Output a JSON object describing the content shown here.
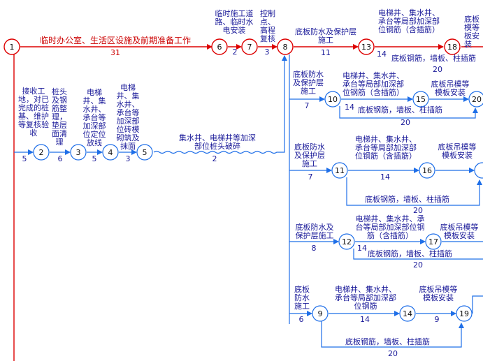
{
  "diagram_data": {
    "type": "network-plan",
    "colors": {
      "critical": "#dd0000",
      "normal": "#1f6fe8",
      "text": "#1a1a99",
      "node_fill": "#ffffff"
    },
    "nodes": [
      "1",
      "2",
      "3",
      "4",
      "5",
      "6",
      "7",
      "8",
      "9",
      "10",
      "11",
      "12",
      "13",
      "14",
      "15",
      "16",
      "17",
      "18",
      "19",
      "20"
    ],
    "activities": {
      "a_1_6": {
        "label": "临时办公室、生活区设施及前期准备工作",
        "duration": "31"
      },
      "a_6_7": {
        "label": "临时施工道路、临时水电安装",
        "duration": "2"
      },
      "a_7_8": {
        "label": "控制点、高程复核",
        "duration": "3"
      },
      "a_8_13": {
        "label": "底板防水及保护层施工",
        "duration": "11"
      },
      "a_13_18": {
        "label": "电梯井、集水井、承台等局部加深部位钢筋（含插筋）",
        "duration": "14"
      },
      "a_13_18b": {
        "label": "底板钢筋，墙板、柱插筋",
        "duration": "20"
      },
      "a_18_x": {
        "label": "底板模等板安装",
        "duration": ""
      },
      "a_1_2": {
        "label": "接收工地，对已完成的桩基、维护等复核验收",
        "duration": "5"
      },
      "a_2_3": {
        "label": "桩头及钢筋整理，垫层面清理",
        "duration": "6"
      },
      "a_3_4": {
        "label": "电梯井、集水井、承台等加深部位定位放线",
        "duration": "5"
      },
      "a_4_5": {
        "label": "电梯井、集水井、承台等加深部位砖模砌筑及抹面",
        "duration": "3"
      },
      "a_5_8": {
        "label": "集水井、电梯井等加深部位桩头破碎",
        "duration": "2"
      },
      "a_8_10": {
        "label": "底板防水及保护层施工",
        "duration": "7"
      },
      "a_10_15": {
        "label": "电梯井、集水井、承台等局部加深部位钢筋（含插筋）",
        "duration": "14"
      },
      "a_10_20": {
        "label": "底板钢筋，墙板、柱插筋",
        "duration": "20"
      },
      "a_15_20": {
        "label": "底板吊模等模板安装",
        "duration": ""
      },
      "a_8_11": {
        "label": "底板防水及保护层施工",
        "duration": "7"
      },
      "a_11_16": {
        "label": "电梯井、集水井、承台等局部加深部位钢筋（含插筋）",
        "duration": "14"
      },
      "a_11_x": {
        "label": "底板钢筋，墙板、柱插筋",
        "duration": "20"
      },
      "a_16_x": {
        "label": "底板吊模等模板安装",
        "duration": ""
      },
      "a_8_12": {
        "label": "底板防水及保护层施工",
        "duration": "8"
      },
      "a_12_17": {
        "label": "电梯井、集水井、承台等局部加深部位钢筋（含插筋）",
        "duration": "14"
      },
      "a_12_x": {
        "label": "底板钢筋，墙板、柱插筋",
        "duration": "20"
      },
      "a_17_x": {
        "label": "底板吊模等模板安装",
        "duration": ""
      },
      "a_8_9": {
        "label": "底板防水施工",
        "duration": "6"
      },
      "a_9_14": {
        "label": "电梯井、集水井、承台等局部加深部位钢筋",
        "duration": "14"
      },
      "a_14_19": {
        "label": "底板吊模等模板安装",
        "duration": "9"
      },
      "a_9_19": {
        "label": "底板钢筋，墙板、柱插筋",
        "duration": "20"
      }
    }
  }
}
